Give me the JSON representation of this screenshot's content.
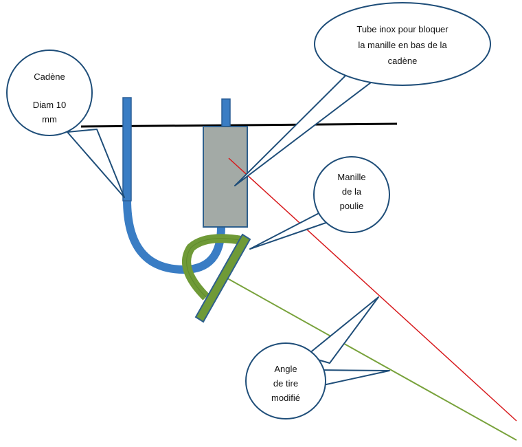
{
  "callouts": {
    "cadene": {
      "line1": "Cadène",
      "line2": "Diam 10",
      "line3": "mm"
    },
    "tube": {
      "line1": "Tube inox pour bloquer",
      "line2": "la manille en bas de la",
      "line3": "cadène"
    },
    "manille": {
      "line1": "Manille",
      "line2": "de la",
      "line3": "poulie"
    },
    "angle": {
      "line1": "Angle",
      "line2": "de tire",
      "line3": "modifié"
    }
  },
  "colors": {
    "chainplate": "#3a7dc4",
    "chainplate_stroke": "#2b5f96",
    "tube_fill": "#a3aaa6",
    "tube_stroke": "#2e5f8c",
    "shackle": "#6f9a37",
    "shackle_stroke": "#2e5f8c",
    "deck_line": "#000000",
    "red_line": "#d7191c",
    "green_line": "#78a23b",
    "callout_stroke": "#1f4e79"
  }
}
